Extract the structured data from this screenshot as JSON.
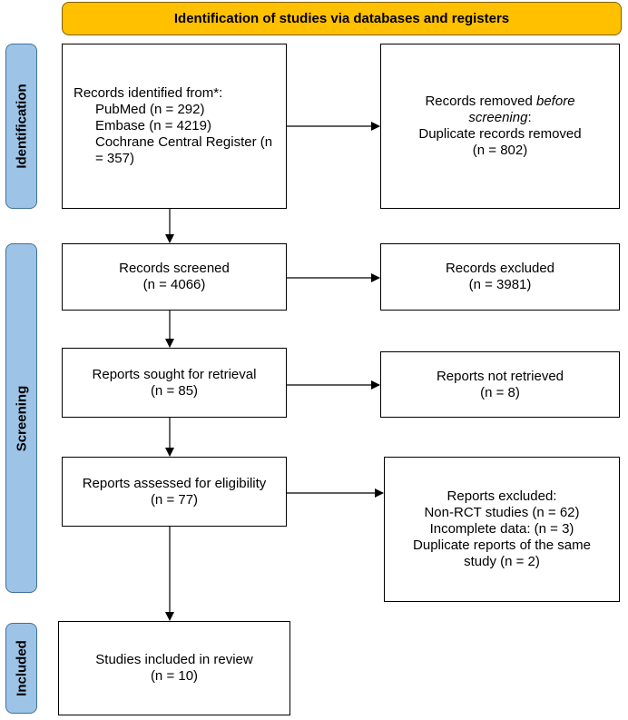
{
  "header": {
    "title": "Identification of studies via databases and registers"
  },
  "phases": {
    "identification": "Identification",
    "screening": "Screening",
    "included": "Included"
  },
  "records_identified": {
    "heading": "Records identified from*:",
    "pubmed": "PubMed (n = 292)",
    "embase": "Embase (n = 4219)",
    "cochrane_1": "Cochrane Central Register (n",
    "cochrane_2": "= 357)"
  },
  "records_removed": {
    "line1_a": "Records removed ",
    "line1_b": "before",
    "line2_a": "screening",
    "line2_b": ":",
    "line3": "Duplicate records removed",
    "line4": "(n = 802)"
  },
  "records_screened": {
    "label": "Records screened",
    "count": "(n = 4066)"
  },
  "records_excluded": {
    "label": "Records excluded",
    "count": "(n = 3981)"
  },
  "reports_sought": {
    "label": "Reports sought for retrieval",
    "count": "(n = 85)"
  },
  "reports_not_retrieved": {
    "label": "Reports not retrieved",
    "count": "(n = 8)"
  },
  "reports_assessed": {
    "label": "Reports assessed for eligibility",
    "count": "(n = 77)"
  },
  "reports_excluded": {
    "heading": "Reports excluded:",
    "line1": "Non-RCT studies (n = 62)",
    "line2": "Incomplete data:  (n = 3)",
    "line3": "Duplicate reports of the same",
    "line4": "study (n = 2)"
  },
  "studies_included": {
    "label": "Studies included in review",
    "count": "(n = 10)"
  }
}
